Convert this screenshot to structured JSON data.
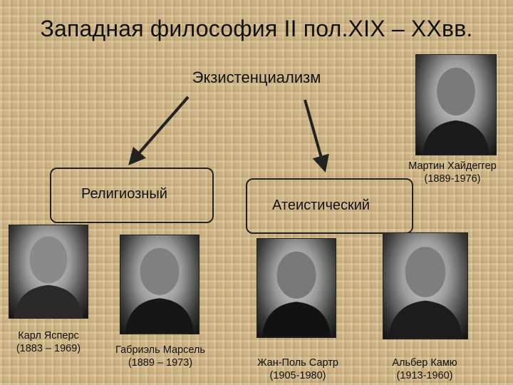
{
  "title": "Западная философия II пол.XIX – XXвв.",
  "subtitle": "Экзистенциализм",
  "branches": {
    "religious": "Религиозный",
    "atheistic": "Атеистический"
  },
  "philosophers": [
    {
      "id": "heidegger",
      "name": "Мартин Хайдеггер",
      "years": "(1889-1976)"
    },
    {
      "id": "jaspers",
      "name": "Карл Ясперс",
      "years": "(1883 – 1969)"
    },
    {
      "id": "marcel",
      "name": "Габриэль Марсель",
      "years": "(1889 – 1973)"
    },
    {
      "id": "sartre",
      "name": "Жан-Поль Сартр",
      "years": "(1905-1980)"
    },
    {
      "id": "camus",
      "name": "Альбер Камю",
      "years": "(1913-1960)"
    }
  ]
}
